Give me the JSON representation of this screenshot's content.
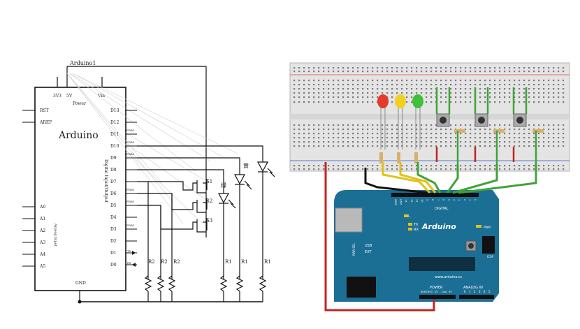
{
  "schematic": {
    "title": "Arduino1",
    "chip_name": "Arduino",
    "top_pins": {
      "v33": "3V3",
      "v5": "5V",
      "vin": "Vin",
      "power": "Power"
    },
    "left_pins": [
      "RST",
      "AREF",
      "A0",
      "A1",
      "A2",
      "A3",
      "A4",
      "A5"
    ],
    "right_pins": [
      "D13",
      "D12",
      "D11",
      "D10",
      "D9",
      "D8",
      "D7",
      "D6",
      "D5",
      "D4",
      "D3",
      "D2",
      "D1",
      "D0"
    ],
    "pwm_tag": "PWM",
    "tx_tag": "TX",
    "rx_tag": "RX",
    "analog_label": "Analog Input",
    "digital_label": "Digital Input/Output",
    "gnd": "GND",
    "switches": [
      "S1",
      "S2",
      "S3"
    ],
    "resistors": [
      "R2",
      "R2",
      "R2",
      "R1",
      "R1",
      "R1"
    ],
    "led_labels": {
      "green": "绿",
      "yellow": "黄"
    }
  },
  "board": {
    "brand": "Arduino",
    "site": "www.arduino.cc",
    "digital": "DIGITAL",
    "pwm_label": "PWM",
    "icsp": "ICSP",
    "power": "POWER",
    "analog_in": "ANALOG IN",
    "l_led": "L",
    "tx": "TX",
    "rx": "RX",
    "usb": "USB",
    "ext": "EXT",
    "pwr_sel": "PWR SEL",
    "header_top": [
      "AREF",
      "GND",
      "13",
      "12",
      "11",
      "10",
      "9",
      "8",
      "7",
      "6",
      "5",
      "4",
      "3",
      "2",
      "1",
      "0"
    ],
    "power_pins": [
      "RESET",
      "3V3",
      "5V",
      "Gnd",
      "9V"
    ],
    "analog_pins": [
      "0",
      "1",
      "2",
      "3",
      "4",
      "5"
    ]
  },
  "colors": {
    "board": "#1b6f95",
    "breadboard": "#e4e4e4",
    "wire_green": "#3fa33a",
    "wire_yellow": "#e0c21a",
    "wire_red": "#c0261f",
    "wire_black": "#111111",
    "led_red": "#e33b2c",
    "led_yellow": "#f2d021",
    "led_green": "#3fbf3a"
  }
}
